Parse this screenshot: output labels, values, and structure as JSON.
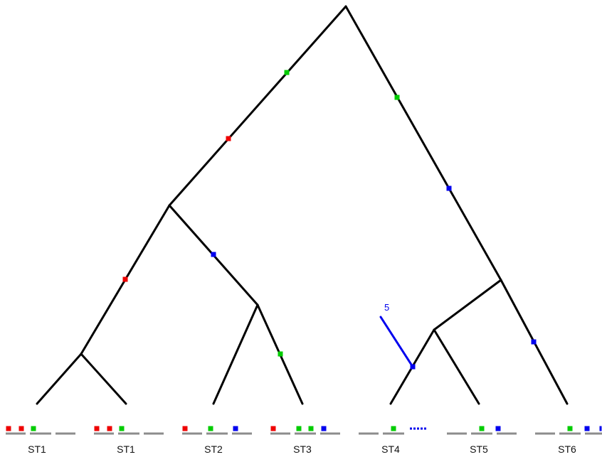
{
  "colors": {
    "branch": "#000000",
    "highlight": "#0000ee",
    "gene_segment": "#8c8c8c",
    "red": "#ee0000",
    "green": "#00cc00",
    "blue": "#0000ee"
  },
  "tree": {
    "tips": [
      {
        "label": "ST1"
      },
      {
        "label": "ST1"
      },
      {
        "label": "ST2"
      },
      {
        "label": "ST3"
      },
      {
        "label": "ST4"
      },
      {
        "label": "ST5"
      },
      {
        "label": "ST6"
      }
    ],
    "highlighted_branch_label": "5"
  },
  "events": [
    {
      "branch": "root-left",
      "color": "green"
    },
    {
      "branch": "root-left",
      "color": "red"
    },
    {
      "branch": "root-right",
      "color": "green"
    },
    {
      "branch": "root-right",
      "color": "blue"
    },
    {
      "branch": "A-B",
      "color": "red"
    },
    {
      "branch": "A-C",
      "color": "blue"
    },
    {
      "branch": "C-ST3",
      "color": "green"
    },
    {
      "branch": "E-ST6",
      "color": "blue"
    },
    {
      "branch": "F-highlight",
      "color": "blue"
    }
  ],
  "genomes": [
    {
      "tip": "ST1",
      "markers": [
        "red",
        "red",
        "green"
      ]
    },
    {
      "tip": "ST1",
      "markers": [
        "red",
        "red",
        "green"
      ]
    },
    {
      "tip": "ST2",
      "markers": [
        "red",
        "green",
        "blue"
      ]
    },
    {
      "tip": "ST3",
      "markers": [
        "red",
        "green",
        "green",
        "blue"
      ]
    },
    {
      "tip": "ST4",
      "markers": [
        "green"
      ],
      "note": "dashed"
    },
    {
      "tip": "ST5",
      "markers": [
        "green",
        "blue"
      ]
    },
    {
      "tip": "ST6",
      "markers": [
        "green",
        "blue",
        "blue"
      ]
    }
  ]
}
